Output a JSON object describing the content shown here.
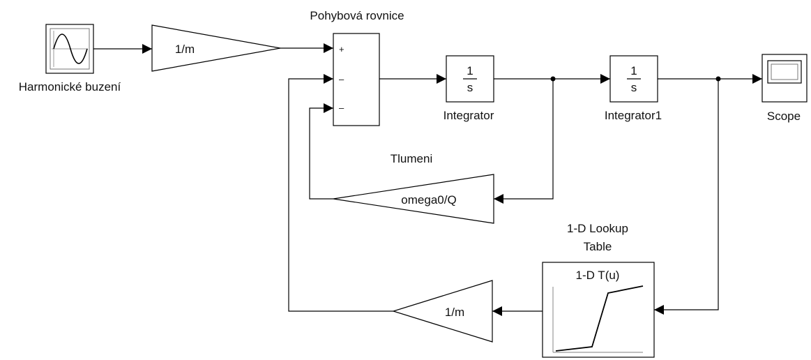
{
  "blocks": {
    "sine": {
      "label": "Harmonické buzení"
    },
    "gain_in": {
      "value": "1/m"
    },
    "sum": {
      "label": "Pohybová rovnice",
      "signs": [
        "+",
        "–",
        "–"
      ]
    },
    "integrator": {
      "top": "1",
      "bottom": "s",
      "label": "Integrator"
    },
    "integrator1": {
      "top": "1",
      "bottom": "s",
      "label": "Integrator1"
    },
    "scope": {
      "label": "Scope"
    },
    "damping": {
      "label": "Tlumeni",
      "value": "omega0/Q"
    },
    "lookup": {
      "label_line1": "1-D Lookup",
      "label_line2": "Table",
      "inner": "1-D T(u)"
    },
    "gain_fb": {
      "value": "1/m"
    }
  }
}
